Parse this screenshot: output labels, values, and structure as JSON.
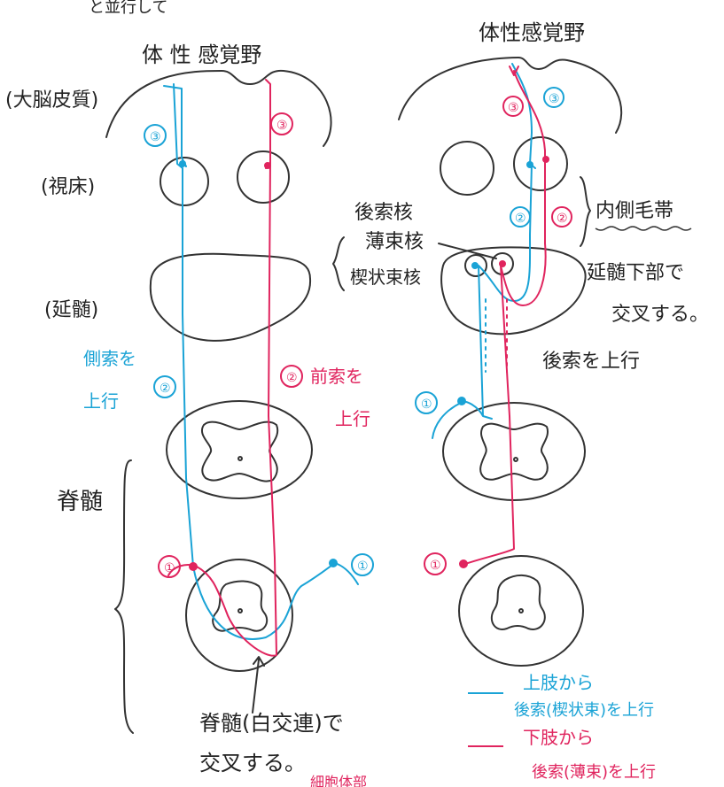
{
  "top_fragment": "と並行して",
  "left": {
    "title": "体 性 感覚野",
    "cortex": "(大脳皮質)",
    "thalamus": "(視床)",
    "medulla": "(延髄)",
    "spinal_cord": "脊髄",
    "blue_path": [
      "側索を",
      "上行"
    ],
    "red_path": [
      "前索を",
      "上行"
    ],
    "cross_note": [
      "脊髄(白交連)で",
      "交叉する。"
    ],
    "marker_1": "①",
    "marker_2": "②",
    "marker_3": "③"
  },
  "right": {
    "title": "体性感覚野",
    "dorsal_column_nuclei": "後索核",
    "gracile_nucleus": "薄束核",
    "cuneate_nucleus": "楔状束核",
    "medial_lemniscus": "内側毛帯",
    "medulla_cross": [
      "延髄下部で",
      "交叉する。"
    ],
    "ascend": "後索を上行",
    "marker_1": "①",
    "marker_2": "②",
    "marker_3": "③"
  },
  "legend": {
    "blue": [
      "上肢から",
      "後索(楔状束)を上行"
    ],
    "red": [
      "下肢から",
      "後索(薄束)を上行"
    ]
  },
  "bottom_fragment": "細胞体部"
}
